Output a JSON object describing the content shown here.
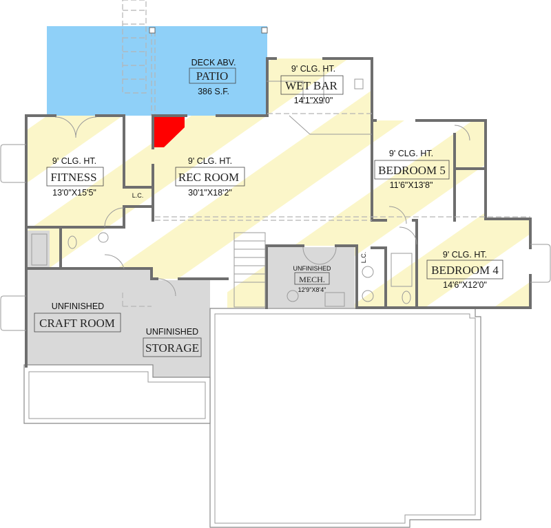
{
  "colors": {
    "patio": "#8fd0f8",
    "finished": "#fbf6c9",
    "unfinished": "#d9d9d9",
    "wall": "#6e6e6e",
    "highlight": "#ff0000"
  },
  "rooms": {
    "patio": {
      "note": "DECK ABV.",
      "name": "PATIO",
      "size": "386 S.F."
    },
    "wet_bar": {
      "ceiling": "9' CLG. HT.",
      "name": "WET BAR",
      "size": "14'1\"X9'0\""
    },
    "fitness": {
      "ceiling": "9' CLG. HT.",
      "name": "FITNESS",
      "size": "13'0\"X15'5\""
    },
    "rec_room": {
      "ceiling": "9' CLG. HT.",
      "name": "REC ROOM",
      "size": "30'1\"X18'2\""
    },
    "bedroom5": {
      "ceiling": "9' CLG. HT.",
      "name": "BEDROOM 5",
      "size": "11'6\"X13'8\""
    },
    "bedroom4": {
      "ceiling": "9' CLG. HT.",
      "name": "BEDROOM 4",
      "size": "14'6\"X12'0\""
    },
    "mech": {
      "note": "UNFINISHED",
      "name": "MECH.",
      "size": "12'9\"X8'4\""
    },
    "craft_room": {
      "note": "UNFINISHED",
      "name": "CRAFT ROOM"
    },
    "storage": {
      "note": "UNFINISHED",
      "name": "STORAGE"
    },
    "linen_closet_1": {
      "name": "L.C."
    },
    "linen_closet_2": {
      "name": "L.C."
    }
  }
}
